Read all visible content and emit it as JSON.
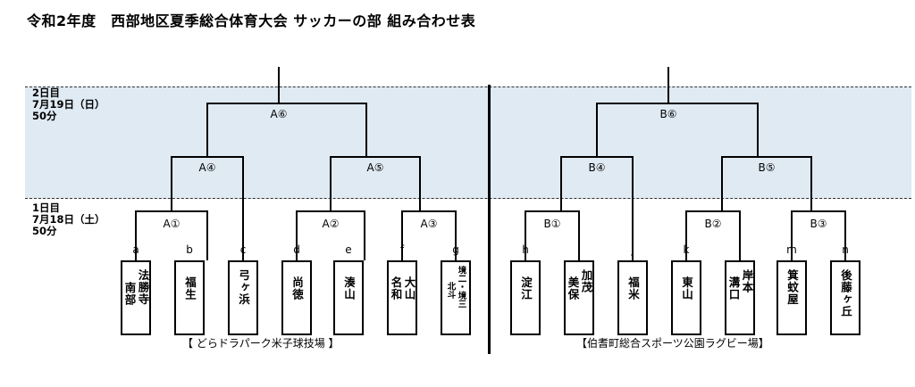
{
  "title": "令和2年度　西部地区夏季総合体育大会 サッカーの部 組み合わせ表",
  "days": [
    {
      "line1": "2日目",
      "line2": "7月19日（日）",
      "line3": "50分"
    },
    {
      "line1": "1日目",
      "line2": "7月18日（土）",
      "line3": "50分"
    }
  ],
  "matches": {
    "a6": "A⑥",
    "a4": "A④",
    "a5": "A⑤",
    "a1": "A①",
    "a2": "A②",
    "a3": "A③",
    "b6": "B⑥",
    "b4": "B④",
    "b5": "B⑤",
    "b1": "B①",
    "b2": "B②",
    "b3": "B③"
  },
  "slots": {
    "a": "a",
    "b": "b",
    "c": "c",
    "d": "d",
    "e": "e",
    "f": "f",
    "g": "g",
    "h": "h",
    "i": "i",
    "j": "j",
    "k": "k",
    "l": "l",
    "m": "m",
    "n": "n"
  },
  "teams": {
    "a_c1": "法勝寺",
    "a_c2": "南部",
    "b_c1": "福生",
    "c_c1": "弓ヶ浜",
    "d_c1": "尚徳",
    "e_c1": "湊山",
    "f_c1": "大山",
    "f_c2": "名和",
    "g_c1": "境二・境三",
    "g_c2": "北斗",
    "h_c1": "淀江",
    "i_c1": "加茂",
    "i_c2": "美保",
    "j_c1": "福米",
    "k_c1": "東山",
    "l_c1": "岸本",
    "l_c2": "溝口",
    "m_c1": "箕蚊屋",
    "n_c1": "後藤ヶ丘"
  },
  "venues": {
    "a": "【 どらドラパーク米子球技場 】",
    "b": "【伯耆町総合スポーツ公園ラグビー場】"
  }
}
